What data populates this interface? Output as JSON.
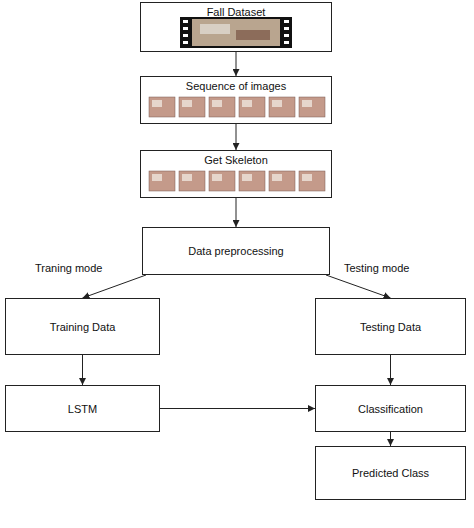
{
  "diagram": {
    "nodes": [
      {
        "text": [
          "Fall Dataset"
        ]
      },
      {
        "text": [
          "Sequence of images"
        ]
      },
      {
        "text": [
          "Get Skeleton"
        ]
      },
      {
        "text": [
          "Data preprocessing"
        ]
      },
      {
        "text": [
          "Training Data"
        ]
      },
      {
        "text": [
          "Testing Data"
        ]
      },
      {
        "text": [
          "LSTM"
        ]
      },
      {
        "text": [
          "Classification"
        ]
      },
      {
        "text": [
          "Predicted Class"
        ]
      }
    ],
    "edges": [
      {
        "from": 0,
        "to": 1,
        "arrow": "to"
      },
      {
        "from": 1,
        "to": 2,
        "arrow": "to"
      },
      {
        "from": 2,
        "to": 3,
        "arrow": "to"
      },
      {
        "from": 3,
        "to": 4,
        "arrow": "to",
        "label": "Traning mode"
      },
      {
        "from": 3,
        "to": 5,
        "arrow": "to",
        "label": "Testing mode"
      },
      {
        "from": 4,
        "to": 6,
        "arrow": "to"
      },
      {
        "from": 5,
        "to": 7,
        "arrow": "to"
      },
      {
        "from": 6,
        "to": 7,
        "arrow": "to"
      },
      {
        "from": 7,
        "to": 8,
        "arrow": "to"
      }
    ]
  }
}
